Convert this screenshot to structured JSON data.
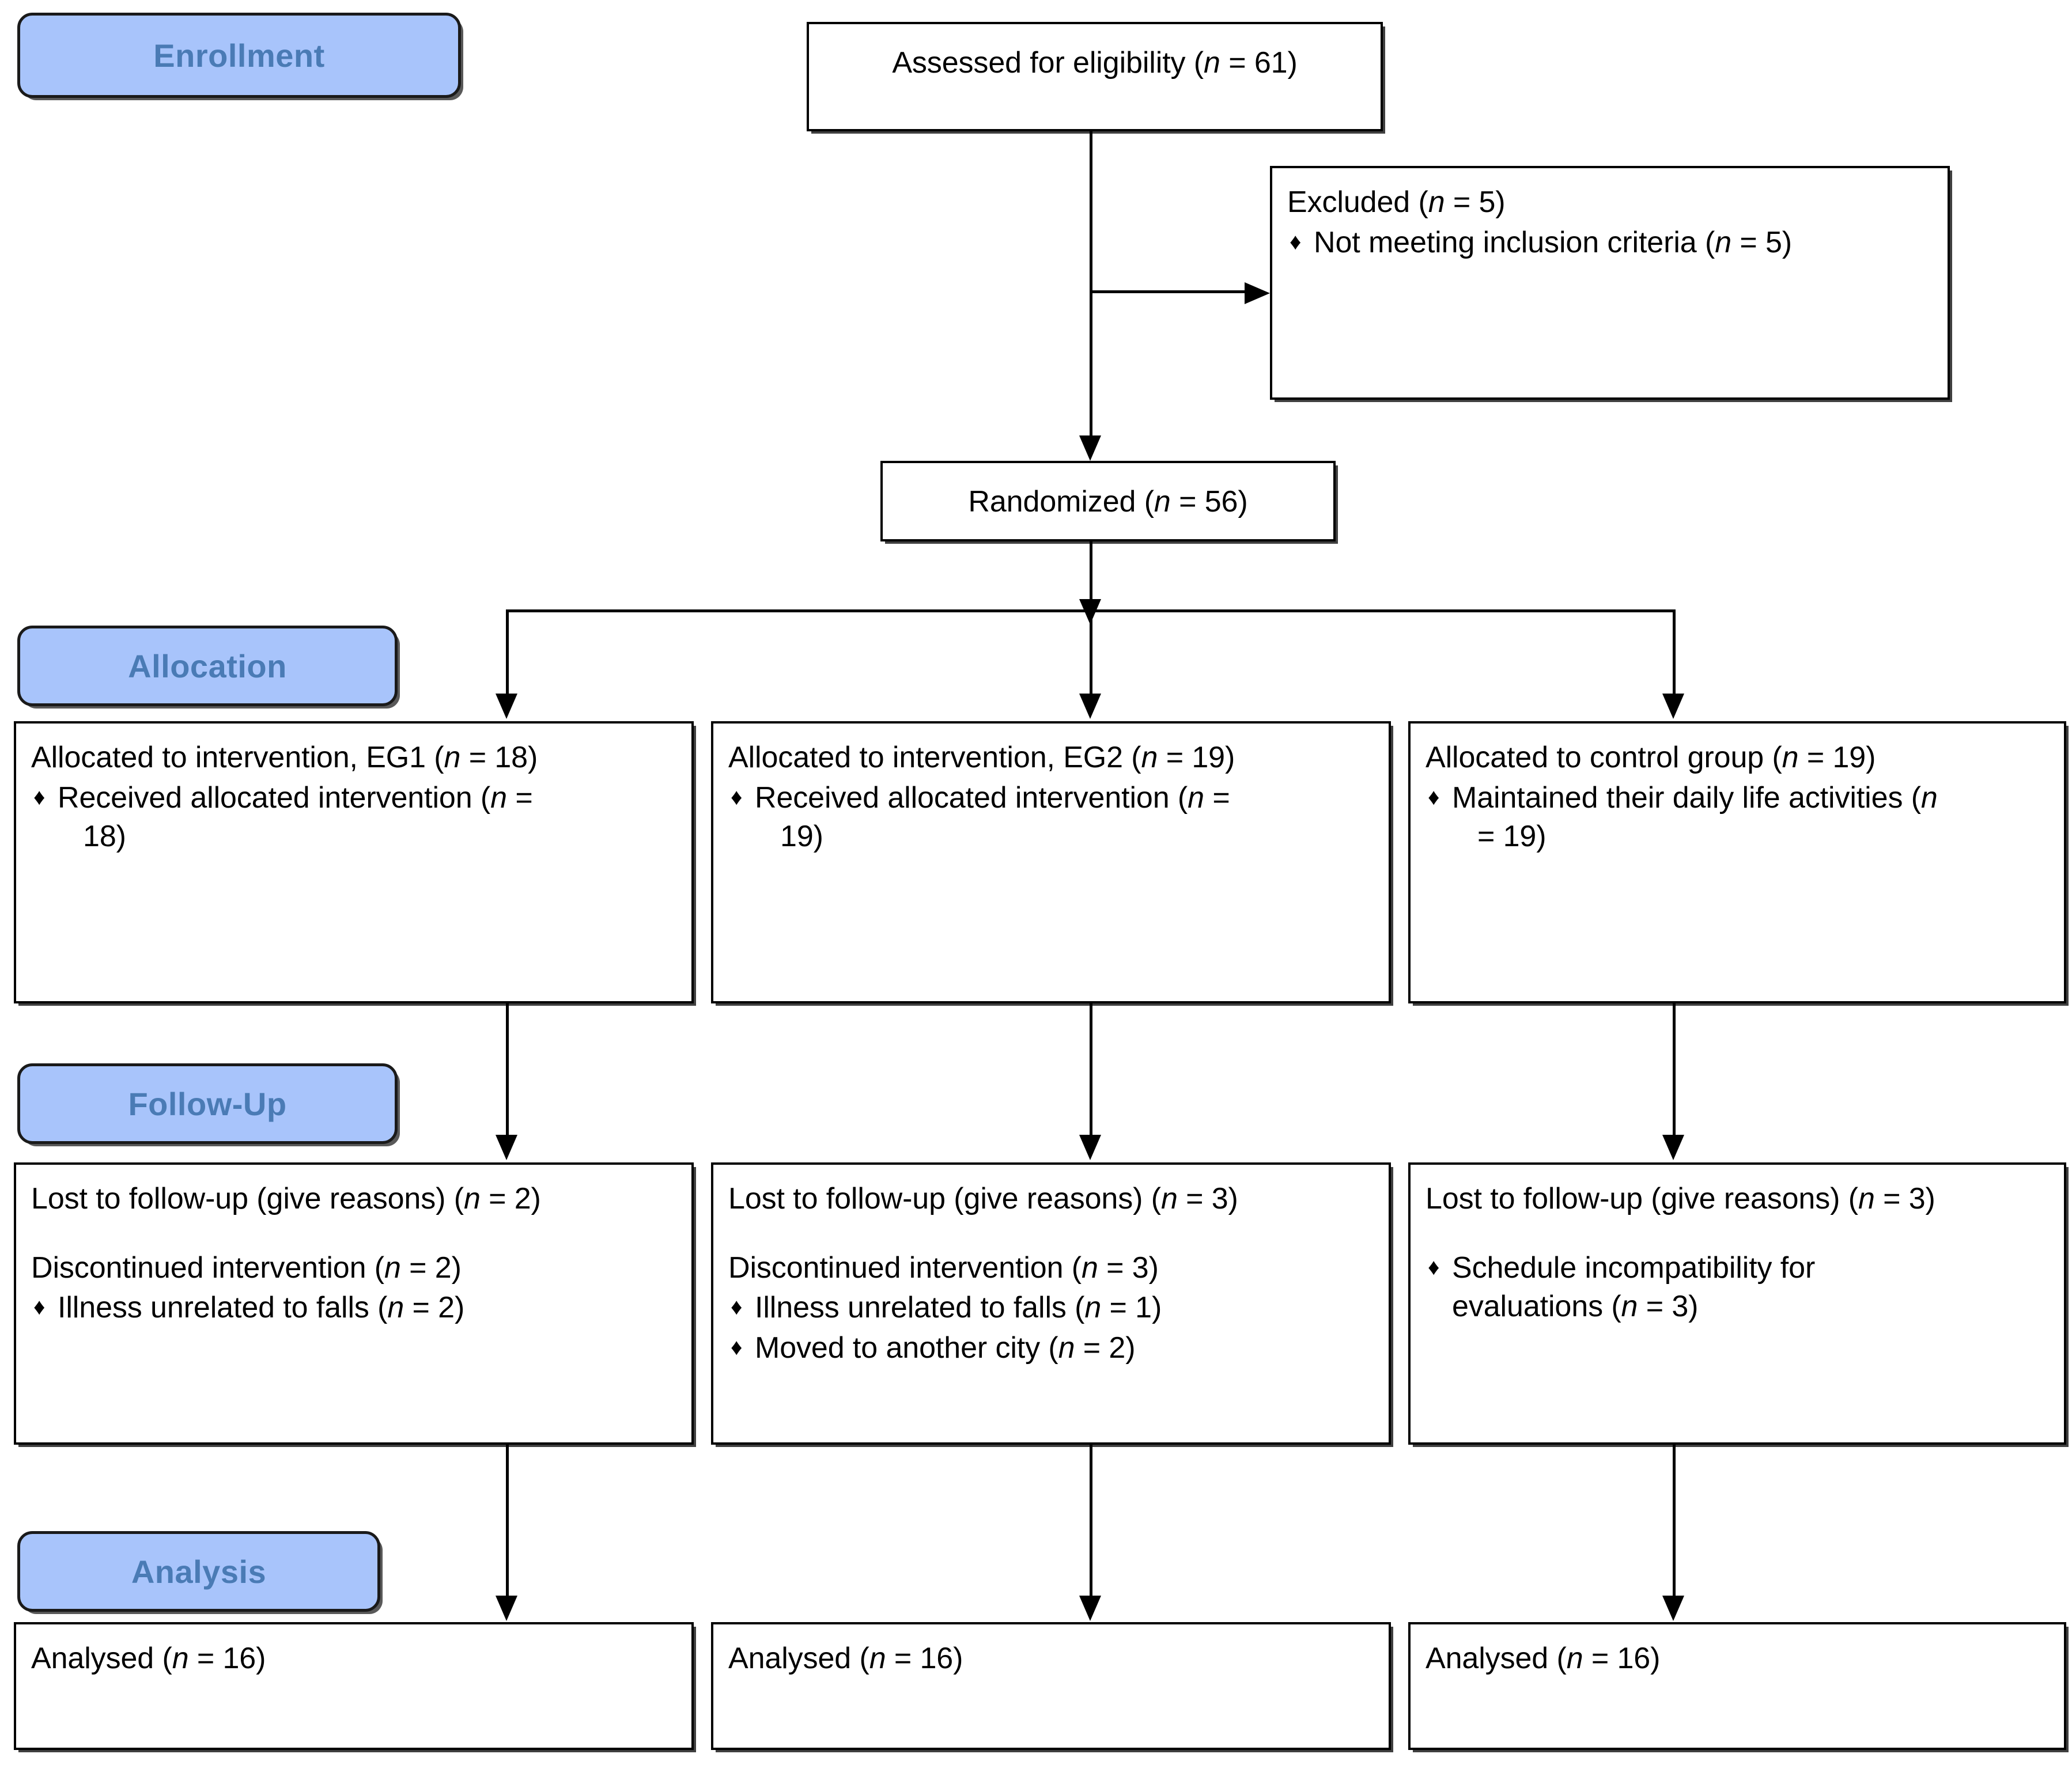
{
  "diagram": {
    "title": "CONSORT participant flow diagram",
    "accent_blue": "#a8c4fb",
    "accent_text": "#4a7bb5",
    "line_color": "#000000",
    "bullet_glyph": "♦"
  },
  "stages": {
    "enrollment": "Enrollment",
    "allocation": "Allocation",
    "followup": "Follow-Up",
    "analysis": "Analysis"
  },
  "enrollment": {
    "assessed": {
      "text_prefix": "Assessed for eligibility (",
      "n_symbol": "n",
      "text_suffix": " = 61)",
      "full_text": "Assessed for eligibility (n = 61)",
      "n_value": 61
    },
    "excluded": {
      "heading_prefix": "Excluded (",
      "heading_suffix": " = 5)",
      "heading_full": "Excluded (n = 5)",
      "n_value": 5,
      "reasons": [
        {
          "prefix": "Not meeting inclusion criteria (",
          "suffix": " = 5)",
          "full": "Not meeting inclusion criteria (n = 5)",
          "n_value": 5
        }
      ]
    },
    "randomized": {
      "prefix": "Randomized (",
      "suffix": " = 56)",
      "full": "Randomized (n = 56)",
      "n_value": 56
    }
  },
  "arms": [
    {
      "id": "eg1",
      "allocation": {
        "heading_prefix": "Allocated to intervention, EG1 (",
        "heading_suffix": " = 18)",
        "heading_full": "Allocated to intervention, EG1 (n = 18)",
        "n_value": 18,
        "bullets": [
          {
            "prefix": "Received allocated intervention (",
            "suffix": " =",
            "wrap": "18)",
            "full": "Received allocated intervention (n = 18)",
            "n_value": 18
          }
        ]
      },
      "followup": {
        "lost_prefix": "Lost to follow-up (give reasons) (",
        "lost_suffix": " = 2)",
        "lost_full": "Lost to follow-up (give reasons) (n = 2)",
        "lost_n": 2,
        "discontinued_prefix": "Discontinued intervention (",
        "discontinued_suffix": " = 2)",
        "discontinued_full": "Discontinued intervention (n = 2)",
        "discontinued_n": 2,
        "bullets": [
          {
            "prefix": "Illness unrelated to falls (",
            "suffix": " = 2)",
            "full": "Illness unrelated to falls (n = 2)",
            "n_value": 2
          }
        ]
      },
      "analysis": {
        "prefix": "Analysed (",
        "suffix": " = 16)",
        "full": "Analysed (n = 16)",
        "n_value": 16
      }
    },
    {
      "id": "eg2",
      "allocation": {
        "heading_prefix": "Allocated to intervention, EG2 (",
        "heading_suffix": " = 19)",
        "heading_full": "Allocated to intervention, EG2 (n = 19)",
        "n_value": 19,
        "bullets": [
          {
            "prefix": "Received allocated intervention (",
            "suffix": " =",
            "wrap": "19)",
            "full": "Received allocated intervention (n = 19)",
            "n_value": 19
          }
        ]
      },
      "followup": {
        "lost_prefix": "Lost to follow-up (give reasons) (",
        "lost_suffix": " = 3)",
        "lost_full": "Lost to follow-up (give reasons) (n = 3)",
        "lost_n": 3,
        "discontinued_prefix": "Discontinued intervention (",
        "discontinued_suffix": " = 3)",
        "discontinued_full": "Discontinued intervention (n = 3)",
        "discontinued_n": 3,
        "bullets": [
          {
            "prefix": "Illness unrelated to falls (",
            "suffix": " = 1)",
            "full": "Illness unrelated to falls (n = 1)",
            "n_value": 1
          },
          {
            "prefix": "Moved to another city (",
            "suffix": " = 2)",
            "full": "Moved to another city (n = 2)",
            "n_value": 2
          }
        ]
      },
      "analysis": {
        "prefix": "Analysed (",
        "suffix": " = 16)",
        "full": "Analysed (n = 16)",
        "n_value": 16
      }
    },
    {
      "id": "control",
      "allocation": {
        "heading_prefix": "Allocated to control group (",
        "heading_suffix": " = 19)",
        "heading_full": "Allocated to control group (n = 19)",
        "n_value": 19,
        "bullets": [
          {
            "prefix": "Maintained their daily life activities (",
            "suffix": "",
            "wrap": "= 19)",
            "full": "Maintained their daily life activities (n = 19)",
            "n_value": 19
          }
        ]
      },
      "followup": {
        "lost_prefix": "Lost to follow-up (give reasons) (",
        "lost_suffix": " = 3)",
        "lost_full": "Lost to follow-up (give reasons) (n = 3)",
        "lost_n": 3,
        "discontinued_full": "",
        "bullets": [
          {
            "prefix": "Schedule incompatibility for",
            "suffix": "",
            "wrap": "evaluations (",
            "wrap_suffix": " = 3)",
            "full": "Schedule incompatibility for evaluations (n = 3)",
            "n_value": 3
          }
        ]
      },
      "analysis": {
        "prefix": "Analysed (",
        "suffix": " = 16)",
        "full": "Analysed (n = 16)",
        "n_value": 16
      }
    }
  ]
}
